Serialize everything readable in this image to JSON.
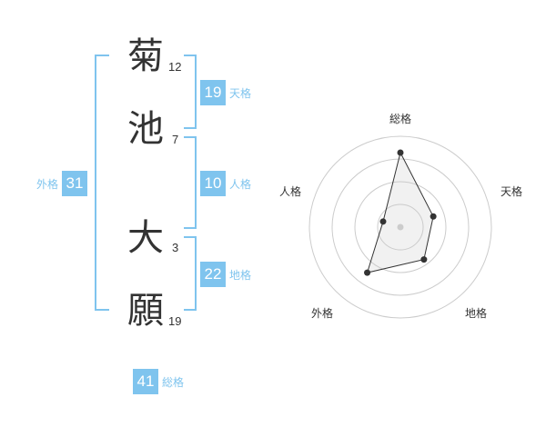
{
  "name": [
    {
      "char": "菊",
      "strokes": "12"
    },
    {
      "char": "池",
      "strokes": "7"
    },
    {
      "char": "大",
      "strokes": "3"
    },
    {
      "char": "願",
      "strokes": "19"
    }
  ],
  "fortunes": {
    "tenkaku": {
      "value": "19",
      "label": "天格"
    },
    "jinkaku": {
      "value": "10",
      "label": "人格"
    },
    "chikaku": {
      "value": "22",
      "label": "地格"
    },
    "gaikaku": {
      "value": "31",
      "label": "外格"
    },
    "soukaku": {
      "value": "41",
      "label": "総格"
    }
  },
  "colors": {
    "accent": "#7fc4ee",
    "text": "#333333",
    "ring": "#cccccc"
  },
  "chart_data": {
    "type": "radar",
    "axes": [
      "総格",
      "天格",
      "地格",
      "外格",
      "人格"
    ],
    "values": [
      41,
      19,
      22,
      31,
      10
    ],
    "range": [
      0,
      50
    ],
    "rings": 4
  }
}
